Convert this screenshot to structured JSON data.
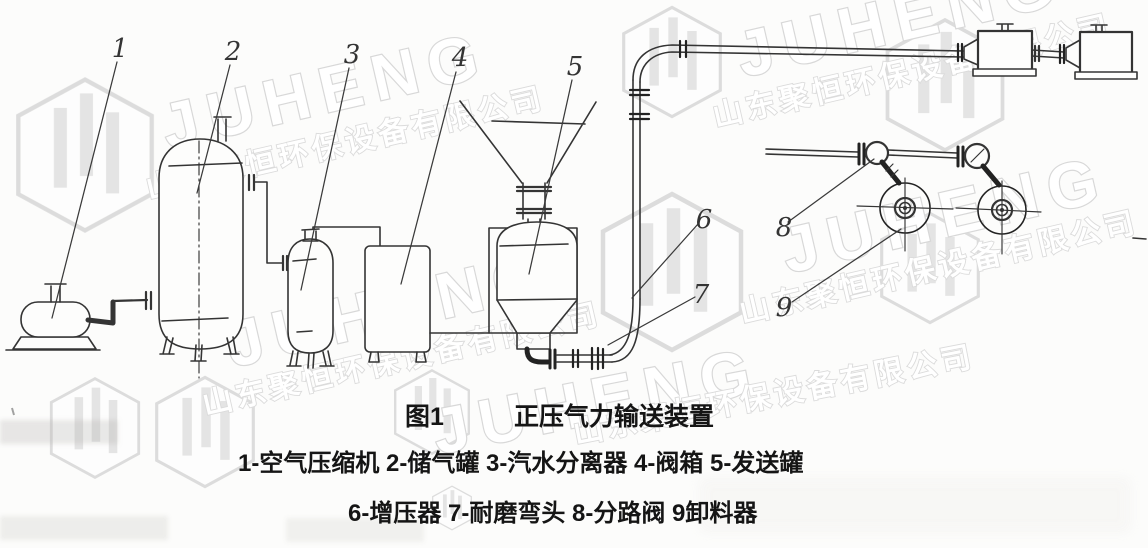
{
  "figure": {
    "number": "图1",
    "title": "正压气力输送装置",
    "legend_line1": "1-空气压缩机 2-储气罐 3-汽水分离器 4-阀箱 5-发送罐",
    "legend_line2": "6-增压器 7-耐磨弯头 8-分路阀 9卸料器",
    "part_labels": [
      "1",
      "2",
      "3",
      "4",
      "5",
      "6",
      "7",
      "8",
      "9"
    ],
    "parts": [
      {
        "no": "1",
        "name": "空气压缩机"
      },
      {
        "no": "2",
        "name": "储气罐"
      },
      {
        "no": "3",
        "name": "汽水分离器"
      },
      {
        "no": "4",
        "name": "阀箱"
      },
      {
        "no": "5",
        "name": "发送罐"
      },
      {
        "no": "6",
        "name": "增压器"
      },
      {
        "no": "7",
        "name": "耐磨弯头"
      },
      {
        "no": "8",
        "name": "分路阀"
      },
      {
        "no": "9",
        "name": "卸料器"
      }
    ]
  },
  "watermark": {
    "brand": "JUHENG",
    "company": "山东聚恒环保设备有限公司"
  },
  "colors": {
    "ink": "#343434",
    "caption": "#151515",
    "watermark": "#d6d6d6",
    "paper": "#fcfcfb"
  }
}
